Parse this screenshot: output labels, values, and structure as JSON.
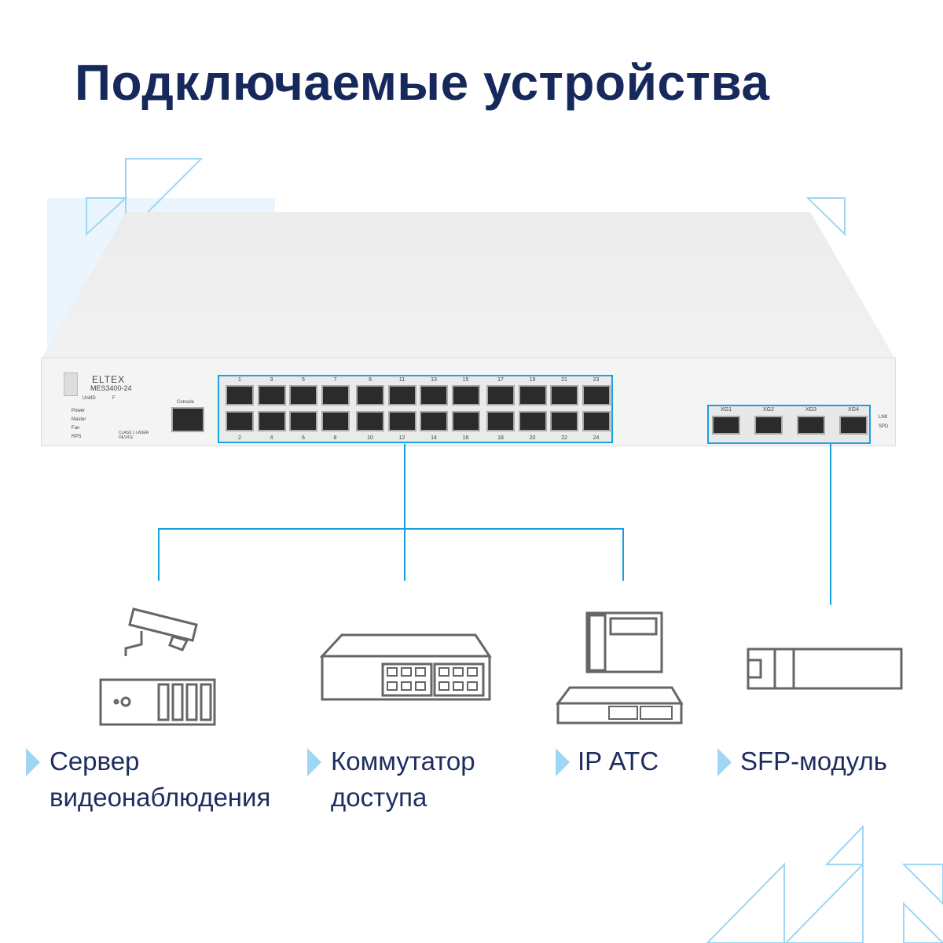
{
  "title": "Подключаемые устройства",
  "device": {
    "brand": "ELTEX",
    "model": "MES3400-24",
    "unit_id": "UnitID",
    "f": "F",
    "leds": [
      "Power",
      "Master",
      "Fan",
      "RPS"
    ],
    "console": "Console",
    "laser": "CLASS 1 LASER DEVICE",
    "ports_top": [
      "1",
      "3",
      "5",
      "7",
      "9",
      "11",
      "13",
      "15",
      "17",
      "19",
      "21",
      "23"
    ],
    "ports_bottom": [
      "2",
      "4",
      "6",
      "8",
      "10",
      "12",
      "14",
      "16",
      "18",
      "20",
      "22",
      "24"
    ],
    "sfp": [
      "XG1",
      "XG2",
      "XG3",
      "XG4"
    ],
    "sfp_leds": [
      "LNK",
      "SPD"
    ]
  },
  "items": [
    {
      "label1": "Сервер",
      "label2": "видеонаблюдения"
    },
    {
      "label1": "Коммутатор",
      "label2": "доступа"
    },
    {
      "label1": "IP АТС",
      "label2": ""
    },
    {
      "label1": "SFP-модуль",
      "label2": ""
    }
  ],
  "colors": {
    "accent": "#1a9fe0",
    "title": "#17295c"
  }
}
